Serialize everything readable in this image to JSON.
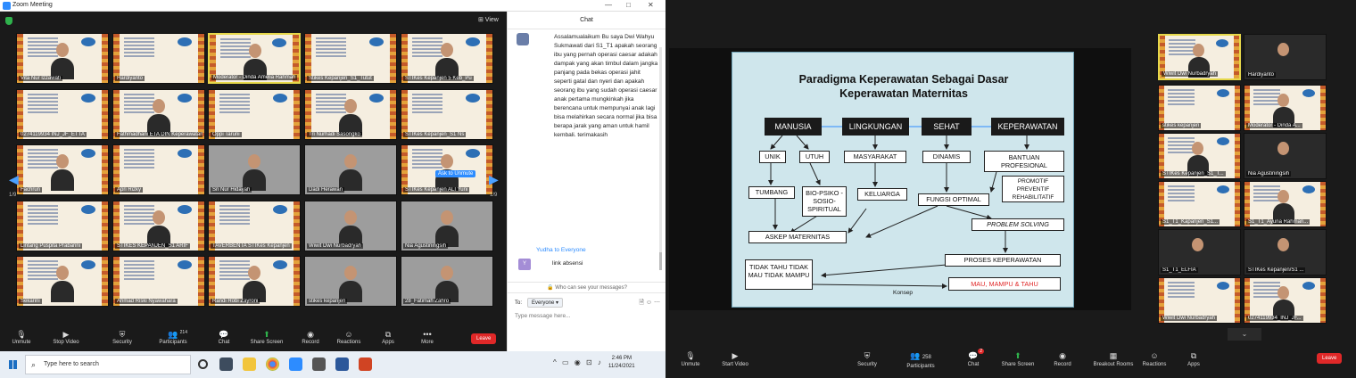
{
  "window": {
    "title": "Zoom Meeting",
    "controls": [
      "—",
      "□",
      "✕"
    ]
  },
  "gallery": {
    "view_label": "⊞ View",
    "ask_to_unmute": "Ask to Unmute",
    "page_left": "1/9",
    "page_right": "1/9",
    "tiles": [
      [
        "Vita Nur Izzawati",
        "Hardiyanto",
        "Moderator - Dinda Amelia Rahmah",
        "Stikes Kepanjen_S1_Tutut",
        "STIKes Kepanjen 5 Keb_Pu"
      ],
      [
        "0274119934 INJ_JF_ETTA",
        "Fathmadhani ETA DIN Keperawatan",
        "Oppi Taruni",
        "Tri Nurhadi Sasongko",
        "STIKes Kepanjen_S1 Ns"
      ],
      [
        "Fachrun",
        "Apri Rizky",
        "Sri Nur Hidayah",
        "Dadi Herawan",
        "STIKes Kepanjen ALI Yuni"
      ],
      [
        "Lintang Puspita Prabarini",
        "STIKES KEPANJEN_S1 ARIF",
        "TAVERBENTA STIKes Kepanjen",
        "Wiwit Dwi Nurbadryah",
        "Nia Agustiningsih"
      ],
      [
        "Sekarini",
        "Ahmad Riski Nyawahara",
        "Randi Robi Zayroni",
        "stikes kepanjen",
        "28_Fatimah Zahro"
      ]
    ]
  },
  "toolbar": {
    "unmute": "Unmute",
    "stop_video": "Stop Video",
    "security": "Security",
    "participants": "Participants",
    "participants_count": "214",
    "chat": "Chat",
    "share_screen": "Share Screen",
    "record": "Record",
    "reactions": "Reactions",
    "apps": "Apps",
    "more": "More",
    "leave": "Leave"
  },
  "chat": {
    "header": "Chat",
    "message": "Assalamualaikum Bu saya Dwi Wahyu Sukmawati dari S1_T1 apakah seorang ibu yang pernah operasi caesar adakah dampak yang akan timbul dalam jangka panjang pada bekas operasi jahit seperti gatal dan nyeri dan apakah seorang ibu yang sudah operasi caesar anak pertama mungkinkah jika berencana untuk mempunyai anak lagi bisa melahirkan secara normal jika bisa berapa jarak yang aman untuk hamil kembali. terimakasih",
    "from2": "Yudha to Everyone",
    "avatar2": "Y",
    "message2": "link absensi",
    "who_can_see": "🔒 Who can see your messages?",
    "to_label": "To:",
    "to_value": "Everyone ▾",
    "placeholder": "Type message here..."
  },
  "taskbar": {
    "search_placeholder": "Type here to search",
    "time": "2:46 PM",
    "date": "11/24/2021"
  },
  "slide": {
    "title_line1": "Paradigma Keperawatan Sebagai Dasar",
    "title_line2": "Keperawatan Maternitas",
    "manusia": "MANUSIA",
    "lingkungan": "LINGKUNGAN",
    "sehat": "SEHAT",
    "keperawatan": "KEPERAWATAN",
    "unik": "UNIK",
    "utuh": "UTUH",
    "masyarakat": "MASYARAKAT",
    "dinamis": "DINAMIS",
    "bantuan": "BANTUAN PROFESIONAL",
    "tumbang": "TUMBANG",
    "biopsiko": "BIO-PSIKO - SOSIO- SPIRITUAL",
    "keluarga": "KELUARGA",
    "fungsi": "FUNGSI OPTIMAL",
    "promotif": "PROMOTIF PREVENTIF REHABILITATIF",
    "problem": "PROBLEM SOLVING",
    "askep": "ASKEP MATERNITAS",
    "proses": "PROSES KEPERAWATAN",
    "tidak": "TIDAK TAHU TIDAK MAU TIDAK MAMPU",
    "konsep": "Konsep",
    "mau": "MAU, MAMPU & TAHU"
  },
  "right_strip": {
    "tiles": [
      [
        "Wiwit Dwi Nurbadryah",
        "Hardiyanto"
      ],
      [
        "stikes kepanjen",
        "Moderator - Dinda A..."
      ],
      [
        "STIKes Kepanjen_S1_T...",
        "Nia Agustiningsih"
      ],
      [
        "S1_T1_Kapanjen_S1...",
        "S1_T1_Ayuna Rahman..."
      ],
      [
        "S1_T1_ELFIA",
        "STIKes Kepanjen/S1 ..."
      ],
      [
        "Wiwit Dwi Nurbadryah",
        "0274119934_INJ_JF..."
      ]
    ],
    "more_arrow": "⌄"
  },
  "right_toolbar": {
    "unmute": "Unmute",
    "start_video": "Start Video",
    "security": "Security",
    "participants": "Participants",
    "participants_count": "258",
    "chat": "Chat",
    "chat_badge": "2",
    "share_screen": "Share Screen",
    "record": "Record",
    "breakout": "Breakout Rooms",
    "reactions": "Reactions",
    "apps": "Apps",
    "leave": "Leave"
  },
  "colors": {
    "zoom_blue": "#2d8cff",
    "leave_red": "#e02828",
    "share_green": "#2fb24c",
    "slide_bg": "#cfe6ec",
    "mau_red": "#e02828"
  }
}
